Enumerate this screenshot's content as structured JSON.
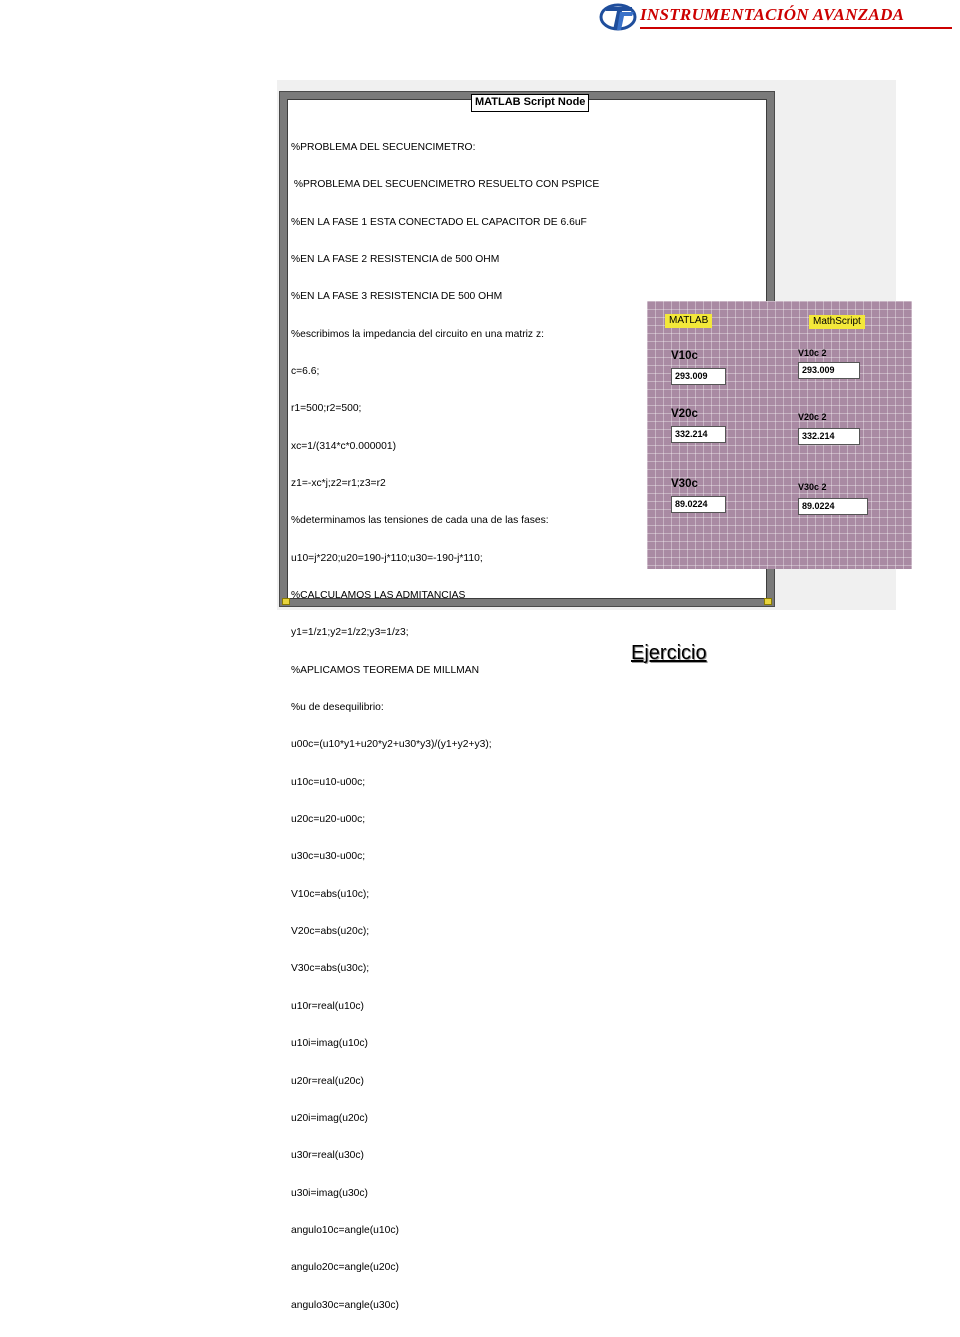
{
  "header": {
    "title": "INSTRUMENTACIÓN AVANZADA"
  },
  "script_node": {
    "title": "MATLAB Script Node",
    "code": [
      "%PROBLEMA DEL SECUENCIMETRO:",
      " %PROBLEMA DEL SECUENCIMETRO RESUELTO CON PSPICE",
      "%EN LA FASE 1 ESTA CONECTADO EL CAPACITOR DE 6.6uF",
      "%EN LA FASE 2 RESISTENCIA de 500 OHM",
      "%EN LA FASE 3 RESISTENCIA DE 500 OHM",
      "%escribimos la impedancia del circuito en una matriz z:",
      "c=6.6;",
      "r1=500;r2=500;",
      "xc=1/(314*c*0.000001)",
      "z1=-xc*j;z2=r1;z3=r2",
      "%determinamos las tensiones de cada una de las fases:",
      "u10=j*220;u20=190-j*110;u30=-190-j*110;",
      "%CALCULAMOS LAS ADMITANCIAS",
      "y1=1/z1;y2=1/z2;y3=1/z3;",
      "%APLICAMOS TEOREMA DE MILLMAN",
      "%u de desequilibrio:",
      "u00c=(u10*y1+u20*y2+u30*y3)/(y1+y2+y3);",
      "u10c=u10-u00c;",
      "u20c=u20-u00c;",
      "u30c=u30-u00c;",
      "V10c=abs(u10c);",
      "V20c=abs(u20c);",
      "V30c=abs(u30c);",
      "u10r=real(u10c)",
      "u10i=imag(u10c)",
      "u20r=real(u20c)",
      "u20i=imag(u20c)",
      "u30r=real(u30c)",
      "u30i=imag(u30c)",
      "angulo10c=angle(u10c)",
      "angulo20c=angle(u20c)",
      "angulo30c=angle(u30c)"
    ]
  },
  "front_panel": {
    "matlab_label": "MATLAB",
    "mathscript_label": "MathScript",
    "matlab_indicators": [
      {
        "label": "V10c",
        "value": "293.009"
      },
      {
        "label": "V20c",
        "value": "332.214"
      },
      {
        "label": "V30c",
        "value": "89.0224"
      }
    ],
    "mathscript_indicators": [
      {
        "label": "V10c 2",
        "value": "293.009"
      },
      {
        "label": "V20c 2",
        "value": "332.214"
      },
      {
        "label": "V30c 2",
        "value": "89.0224"
      }
    ]
  },
  "footer": {
    "link": "Ejercicio"
  },
  "colors": {
    "brand_red": "#cc0000",
    "panel_mauve": "#a98aa3",
    "label_yellow": "#f3e83a"
  },
  "icons": {
    "logo": "university-logo-icon"
  }
}
